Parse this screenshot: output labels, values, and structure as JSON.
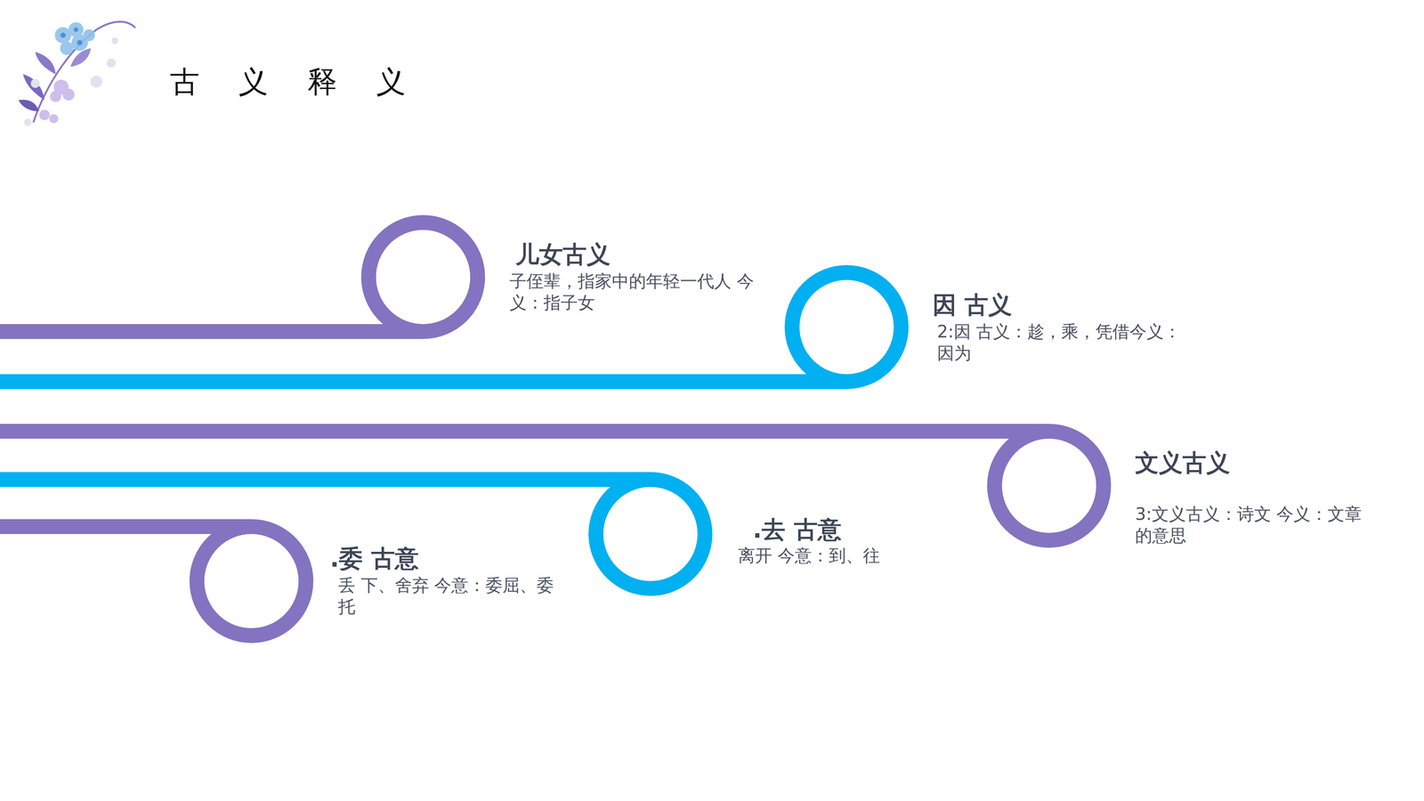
{
  "diagram": {
    "title": "古 义 释 义",
    "nodes": [
      {
        "text": [
          "儿女古义",
          "子侄辈，指家中的年轻一代人 今义：指子女"
        ]
      },
      {
        "text": [
          "因 古义",
          "2:因 古义：趁，乘，凭借今义： 因为"
        ]
      },
      {
        "text": [
          "文义古义",
          "3:文义古义：诗文 今义：文章 的意思"
        ]
      },
      {
        "text": [
          ".去 古意",
          "离开 今意：到、往"
        ]
      },
      {
        "text": [
          ".委 古意",
          "丢 下、舍弃 今意：委屈、委 托"
        ]
      }
    ]
  }
}
